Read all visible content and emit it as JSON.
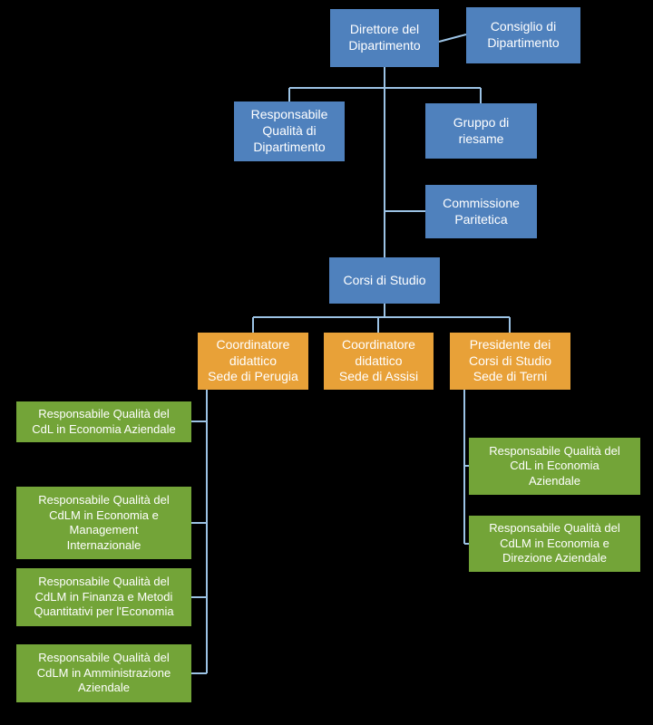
{
  "nodes": {
    "direttore": "Direttore del\nDipartimento",
    "consiglio": "Consiglio di\nDipartimento",
    "responsabile_qualita_dipartimento": "Responsabile\nQualità di\nDipartimento",
    "gruppo_riesame": "Gruppo di\nriesame",
    "commissione_paritetica": "Commissione\nParitetica",
    "corsi_di_studio": "Corsi di Studio",
    "coordinatore_perugia": "Coordinatore\ndidattico\nSede di Perugia",
    "coordinatore_assisi": "Coordinatore\ndidattico\nSede di Assisi",
    "presidente_terni": "Presidente dei\nCorsi di Studio\nSede di Terni",
    "rq_cdl_economia_aziendale_perugia": "Responsabile Qualità  del\nCdL in Economia Aziendale",
    "rq_cdlm_economia_management": "Responsabile Qualità  del\nCdLM in Economia e\nManagement\nInternazionale",
    "rq_cdlm_finanza_metodi": "Responsabile Qualità  del\nCdLM in Finanza e Metodi\nQuantitativi per l'Economia",
    "rq_cdlm_amministrazione": "Responsabile Qualità  del\nCdLM in Amministrazione\nAziendale",
    "rq_cdl_economia_aziendale_terni": "Responsabile Qualità  del\nCdL in Economia\nAziendale",
    "rq_cdlm_economia_direzione": "Responsabile Qualità  del\nCdLM in Economia e\nDirezione Aziendale"
  },
  "colors": {
    "background": "#000000",
    "level_top": "#4F81BD",
    "level_mid": "#E8A138",
    "level_leaf": "#73A438",
    "connector": "#9CC3E5",
    "text": "#FFFFFF"
  }
}
